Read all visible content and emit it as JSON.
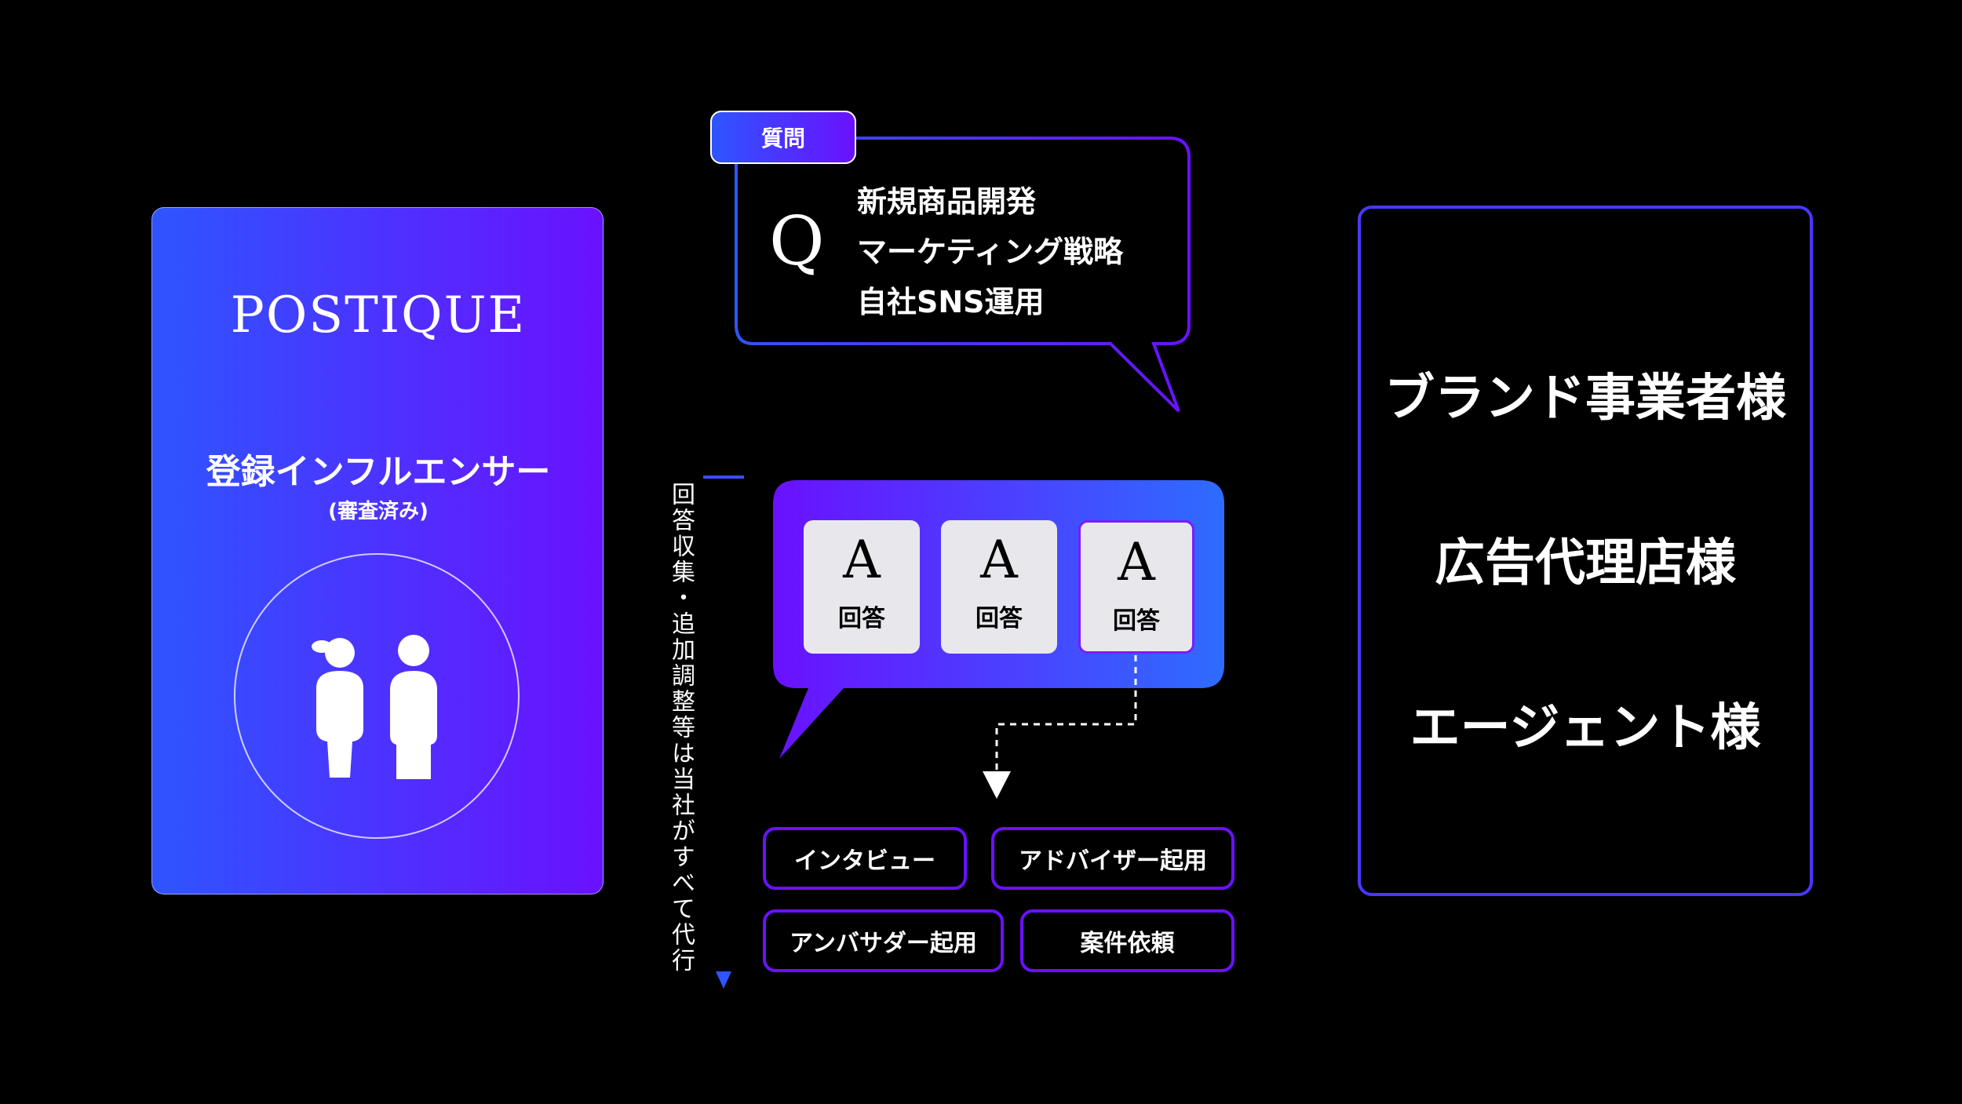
{
  "left_card": {
    "logo": "POSTIQUE",
    "title": "登録インフルエンサー",
    "subtitle": "(審査済み)",
    "icon": "people-icon"
  },
  "question": {
    "tag": "質問",
    "letter": "Q",
    "lines": [
      "新規商品開発",
      "マーケティング戦略",
      "自社SNS運用"
    ]
  },
  "timeline_text": "回答収集・追加調整等は当社がすべて代行",
  "answers": [
    {
      "letter": "A",
      "label": "回答"
    },
    {
      "letter": "A",
      "label": "回答"
    },
    {
      "letter": "A",
      "label": "回答"
    }
  ],
  "outcomes": [
    "インタビュー",
    "アドバイザー起用",
    "アンバサダー起用",
    "案件依頼"
  ],
  "clients": [
    "ブランド事業者様",
    "広告代理店様",
    "エージェント様"
  ],
  "colors": {
    "gradient_start": "#2e55ff",
    "gradient_end": "#6a11ff",
    "background": "#000000",
    "answer_card": "#e8e8ec"
  }
}
